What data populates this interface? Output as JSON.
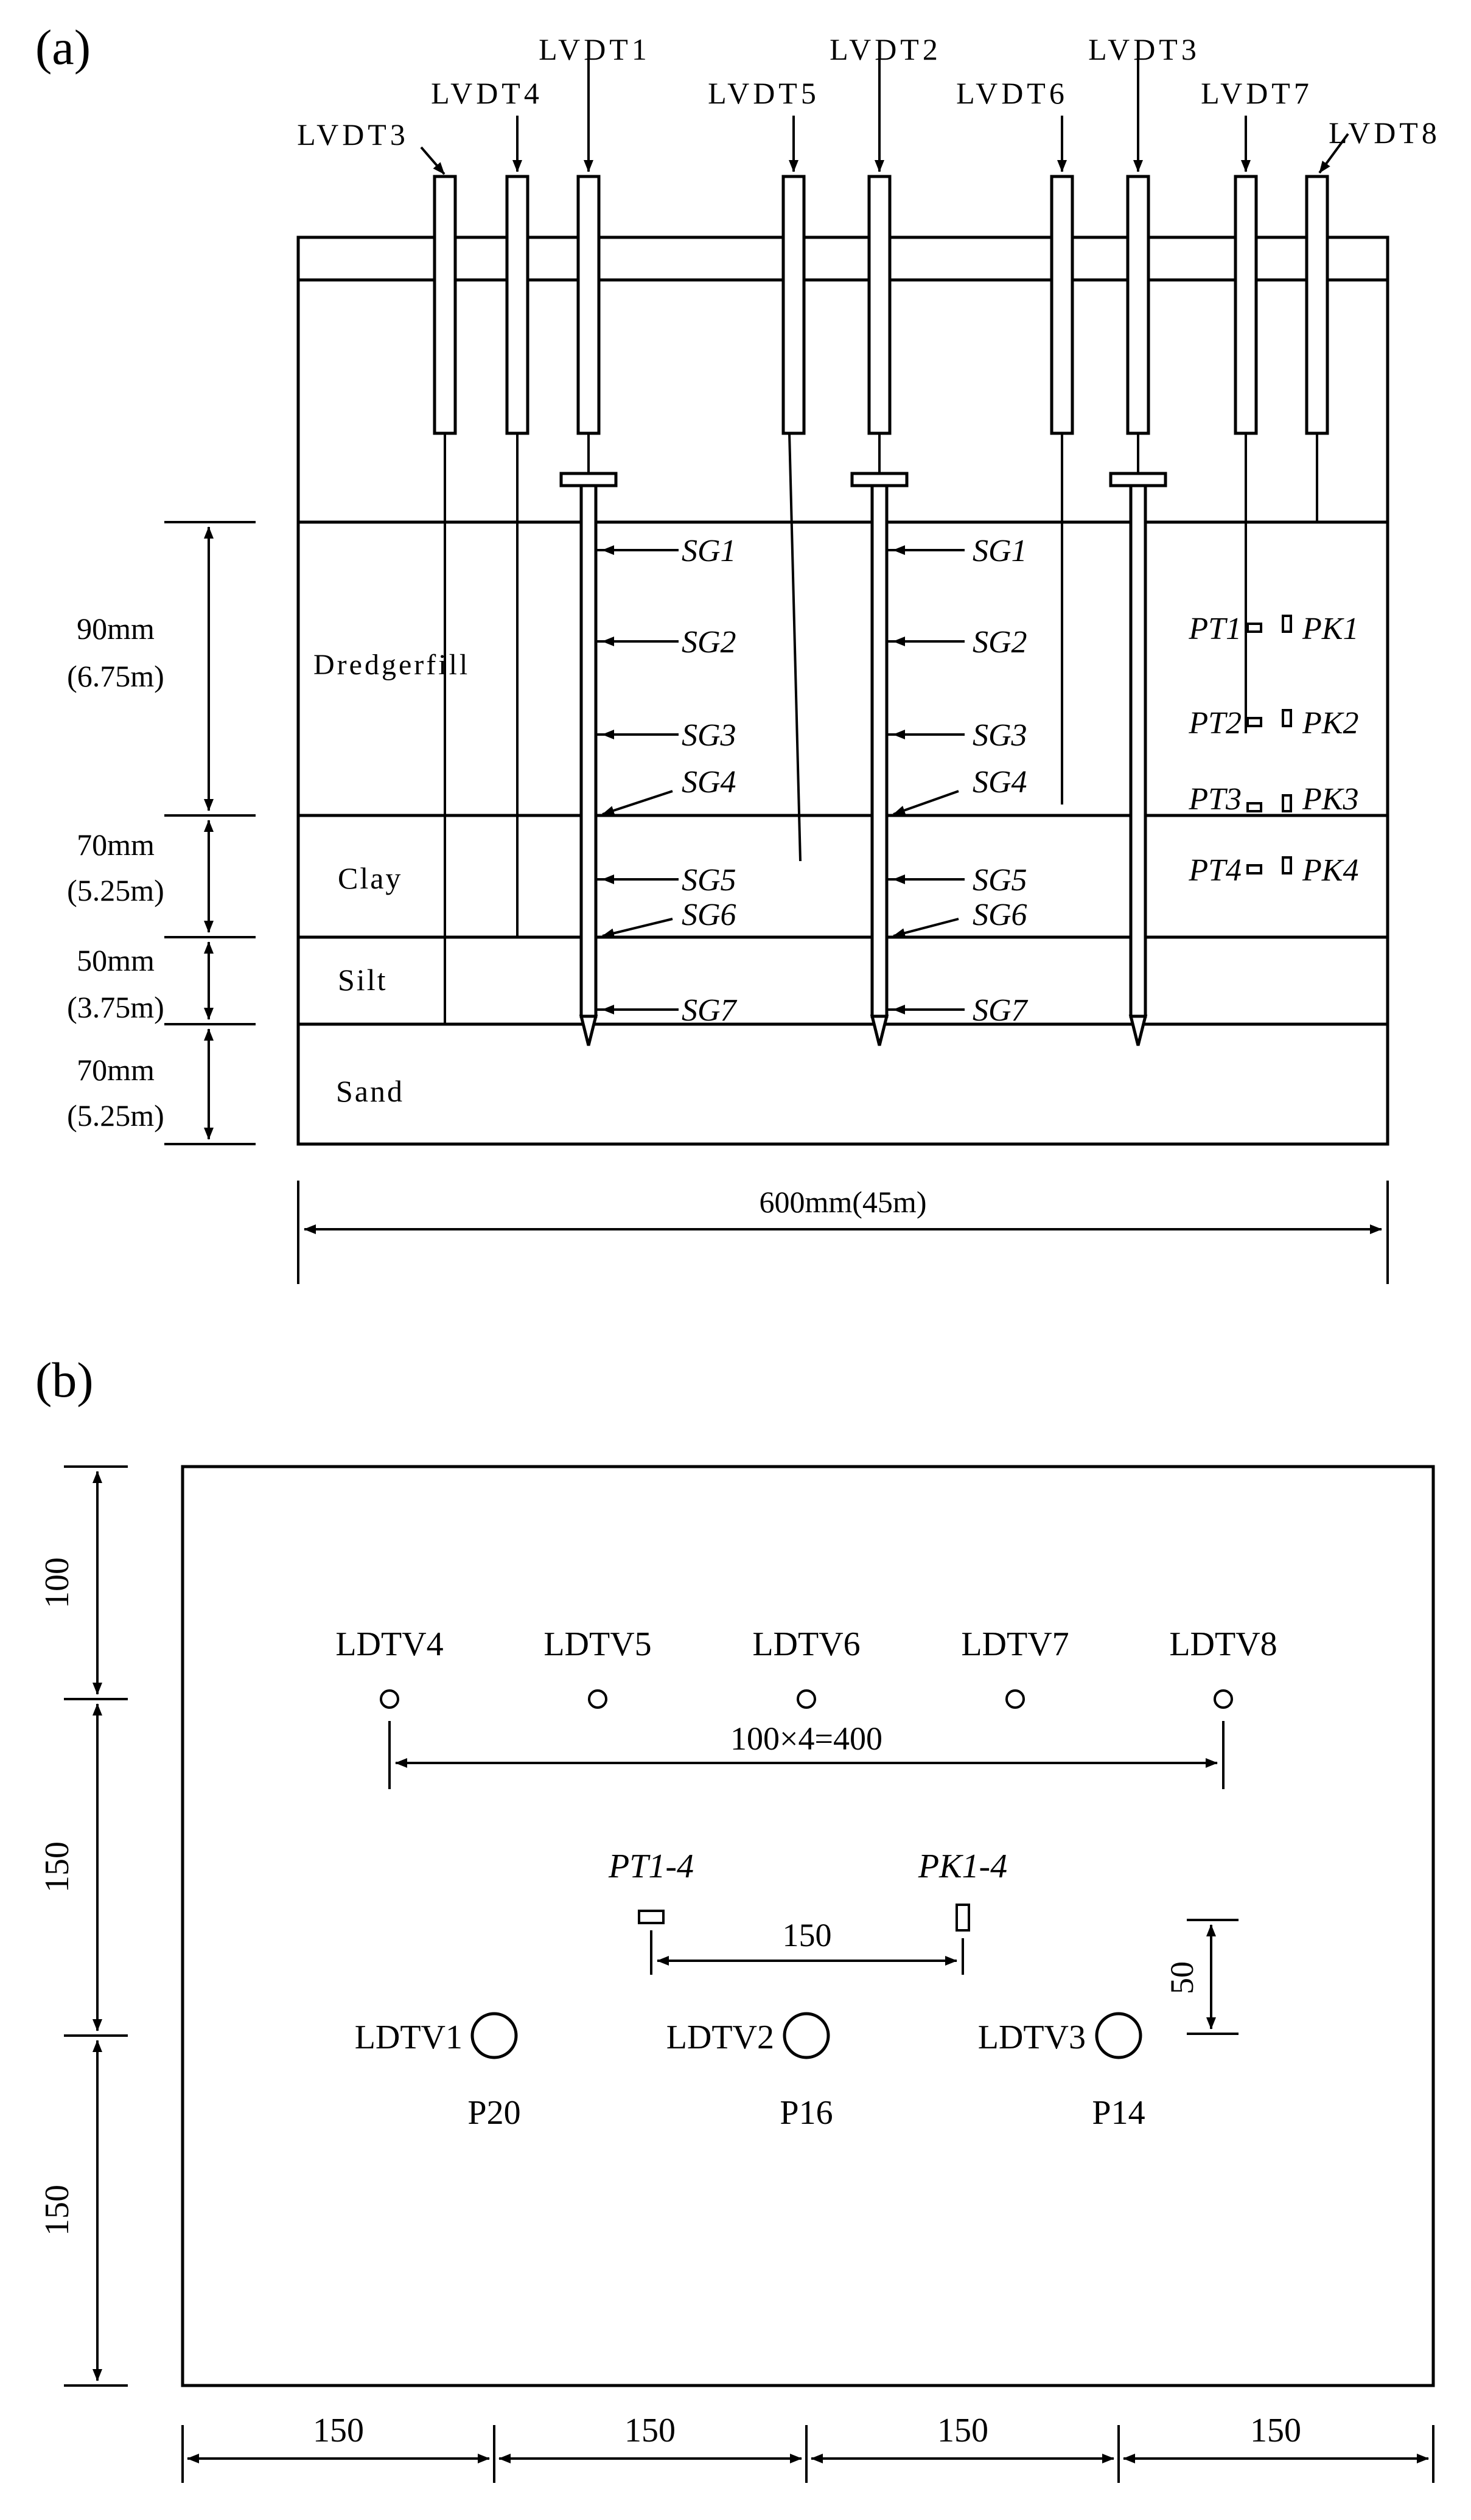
{
  "panel_a": {
    "label": "(a)",
    "lvdts": [
      "LVDT1",
      "LVDT2",
      "LVDT3",
      "LVDT3",
      "LVDT4",
      "LVDT5",
      "LVDT6",
      "LVDT7",
      "LVDT8"
    ],
    "layers": [
      "Dredgerfill",
      "Clay",
      "Silt",
      "Sand"
    ],
    "thickness_mm": [
      "90mm",
      "70mm",
      "50mm",
      "70mm"
    ],
    "thickness_m": [
      "(6.75m)",
      "(5.25m)",
      "(3.75m)",
      "(5.25m)"
    ],
    "width": "600mm(45m)",
    "strain_gauges": [
      "SG1",
      "SG2",
      "SG3",
      "SG4",
      "SG5",
      "SG6",
      "SG7"
    ],
    "pt": [
      "PT1",
      "PT2",
      "PT3",
      "PT4"
    ],
    "pk": [
      "PK1",
      "PK2",
      "PK3",
      "PK4"
    ]
  },
  "panel_b": {
    "label": "(b)",
    "ldtv_row": [
      "LDTV4",
      "LDTV5",
      "LDTV6",
      "LDTV7",
      "LDTV8"
    ],
    "ldtv_piles": [
      "LDTV1",
      "LDTV2",
      "LDTV3"
    ],
    "piles": [
      "P20",
      "P16",
      "P14"
    ],
    "spacing": "100×4=400",
    "pt_group": "PT1-4",
    "pk_group": "PK1-4",
    "pt_pk_spacing": "150",
    "offset": "50",
    "left_dims": [
      "100",
      "150",
      "150"
    ],
    "bottom_dims": [
      "150",
      "150",
      "150",
      "150"
    ]
  }
}
